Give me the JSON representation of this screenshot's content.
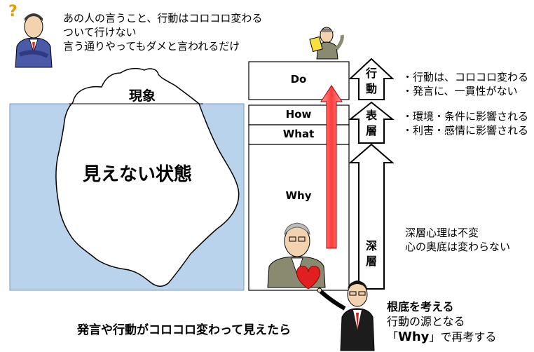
{
  "top_person": {
    "icon": "confused-businessman",
    "question_mark": "?",
    "lines": [
      "あの人の言うこと、行動はコロコロ変わる",
      "ついて行けない",
      "言う通りやってもダメと言われるだけ"
    ]
  },
  "iceberg": {
    "tip_label": "現象",
    "body_label": "見えない状態",
    "water_color": "#b8d3eb"
  },
  "layers": {
    "do": "Do",
    "how": "How",
    "what": "What",
    "why": "Why"
  },
  "side_arrows": {
    "action": "行動",
    "surface": "表層",
    "deep": "深層"
  },
  "notes": {
    "action": [
      "・行動は、コロコロ変わる",
      "・発言に、一貫性がない"
    ],
    "surface": [
      "・環境・条件に影響される",
      "・利害・感情に影響される"
    ],
    "deep": [
      "深層心理は不変",
      "心の奥底は変わらない"
    ]
  },
  "bottom": {
    "caption": "発言や行動がコロコロ変わって見えたら",
    "heading": "根底を考える",
    "line2": "行動の源となる",
    "line3_open": "「",
    "line3_key": "Why",
    "line3_rest": "」で再考する"
  },
  "colors": {
    "red_arrow": "#ee4444",
    "heart": "#e02020",
    "suit": "#8a8a70"
  }
}
